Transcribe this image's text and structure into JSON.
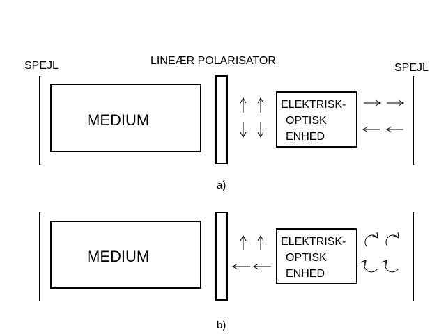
{
  "labels": {
    "mirror_left": "SPEJL",
    "polarizer": "LINEÆR POLARISATOR",
    "mirror_right": "SPEJL"
  },
  "panel_a": {
    "medium": "MEDIUM",
    "unit_lines": [
      "ELEKTRISK-",
      "OPTISK",
      "ENHED"
    ],
    "caption": "a)"
  },
  "panel_b": {
    "medium": "MEDIUM",
    "unit_lines": [
      "ELEKTRISK-",
      "OPTISK",
      "ENHED"
    ],
    "caption": "b)"
  }
}
